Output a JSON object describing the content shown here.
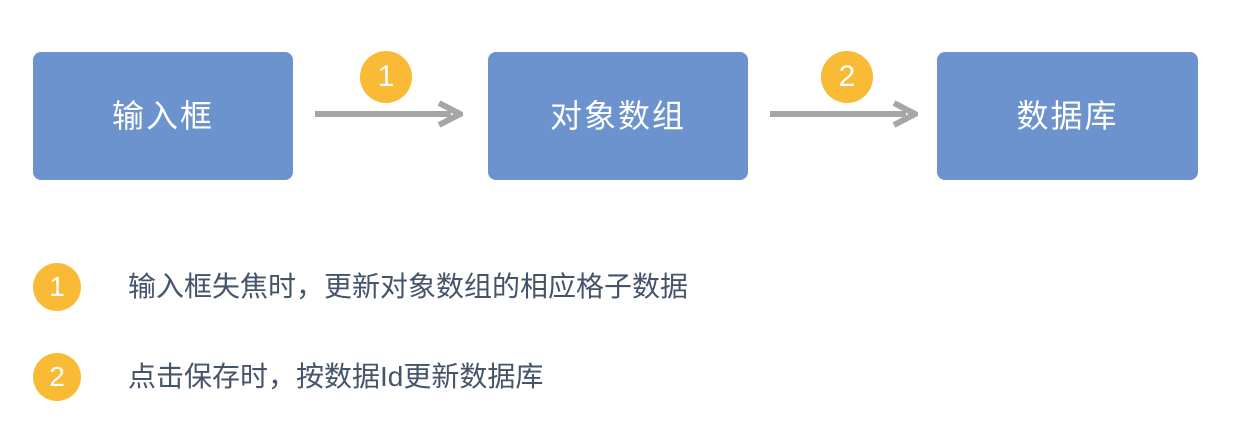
{
  "diagram": {
    "nodes": [
      {
        "label": "输入框"
      },
      {
        "label": "对象数组"
      },
      {
        "label": "数据库"
      }
    ],
    "connectors": [
      {
        "badge": "1"
      },
      {
        "badge": "2"
      }
    ]
  },
  "legend": {
    "items": [
      {
        "badge": "1",
        "text": "输入框失焦时，更新对象数组的相应格子数据"
      },
      {
        "badge": "2",
        "text": "点击保存时，按数据Id更新数据库"
      }
    ]
  },
  "colors": {
    "node_fill": "#6C93CE",
    "node_text": "#FFFFFF",
    "badge_fill": "#F9BB35",
    "badge_text": "#FFFFFF",
    "arrow": "#A6A6A6",
    "legend_text": "#44546A",
    "background": "#FFFFFF"
  }
}
